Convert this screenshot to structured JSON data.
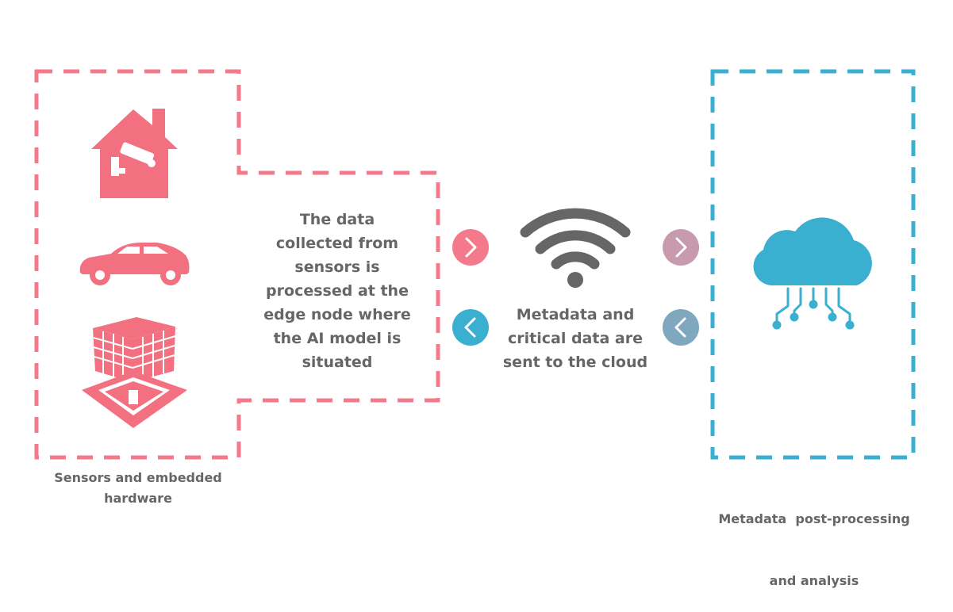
{
  "edge_node": {
    "text_lines": [
      "The data",
      "collected from",
      "sensors is",
      "processed at the",
      "edge node where",
      "the AI model is",
      "situated"
    ]
  },
  "transfer": {
    "text_lines": [
      "Metadata and",
      "critical data are",
      "sent to the cloud"
    ]
  },
  "sensors": {
    "caption_lines": [
      "Sensors and embedded",
      "hardware"
    ],
    "icons": [
      "home-camera-icon",
      "car-icon",
      "building-icon"
    ]
  },
  "cloud": {
    "caption_lines": [
      "Metadata  post-processing",
      "and analysis"
    ],
    "icon": "cloud-computing-icon"
  },
  "colors": {
    "pink": "#f47a8b",
    "icon_pink": "#f2707f",
    "teal": "#3aafcf",
    "mauve": "#c89aad",
    "slate_blue": "#7fa7be",
    "wifi_gray": "#666666",
    "text_gray": "#666666"
  }
}
